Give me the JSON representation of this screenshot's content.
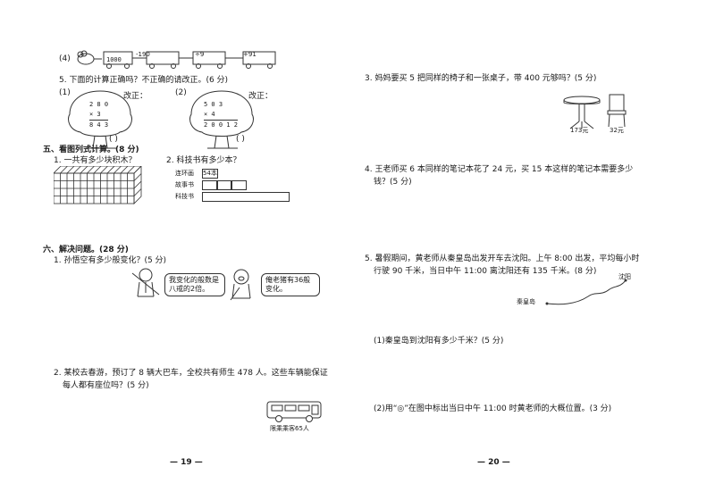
{
  "left": {
    "q4_label": "(4)",
    "q4_start": "1000",
    "q4_ops": [
      "-190",
      "÷9",
      "+91"
    ],
    "q5_title": "5. 下面的计算正确吗？不正确的请改正。(6 分)",
    "q5_items": [
      {
        "num": "(1)",
        "fix_label": "改正：",
        "line1": "2 8 0",
        "line2": "×   3",
        "line3": "8 4 3",
        "paren": "(   )"
      },
      {
        "num": "(2)",
        "fix_label": "改正：",
        "line1": "5 0 3",
        "line2": "×   4",
        "line3": "2 0 0 1 2",
        "paren": "(   )"
      }
    ],
    "sec5_title": "五、看图列式计算。(8 分)",
    "sec5_q1": "1. 一共有多少块积木？",
    "sec5_q2": "2. 科技书有多少本？",
    "books": {
      "label1": "连环画",
      "value1": "54本",
      "label2": "故事书",
      "label3": "科技书"
    },
    "sec6_title": "六、解决问题。(28 分)",
    "sec6_q1": "1. 孙悟空有多少般变化？(5 分)",
    "bubble1": "我变化的般数是八戒的2倍。",
    "bubble2": "俺老猪有36般变化。",
    "sec6_q2_line1": "2. 某校去春游，预订了 8 辆大巴车，全校共有师生 478 人。这些车辆能保证",
    "sec6_q2_line2": "每人都有座位吗？(5 分)",
    "bus_caption": "限乘乘客65人",
    "page_num": "— 19 —"
  },
  "right": {
    "q3": "3. 妈妈要买 5 把同样的椅子和一张桌子，带 400 元够吗？(5 分)",
    "table_price": "173元",
    "chair_price": "32元",
    "q4_line1": "4. 王老师买 6 本同样的笔记本花了 24 元，买 15 本这样的笔记本需要多少",
    "q4_line2": "钱？(5 分)",
    "q5_line1": "5. 暑假期间，黄老师从秦皇岛出发开车去沈阳。上午 8:00 出发，平均每小时",
    "q5_line2": "行驶 90 千米，当日中午 11:00 离沈阳还有 135 千米。(8 分)",
    "map_start": "秦皇岛",
    "map_end": "沈阳",
    "sub1": "(1)秦皇岛到沈阳有多少千米？(5 分)",
    "sub2": "(2)用“◎”在图中标出当日中午 11:00 时黄老师的大概位置。(3 分)",
    "page_num": "— 20 —"
  }
}
